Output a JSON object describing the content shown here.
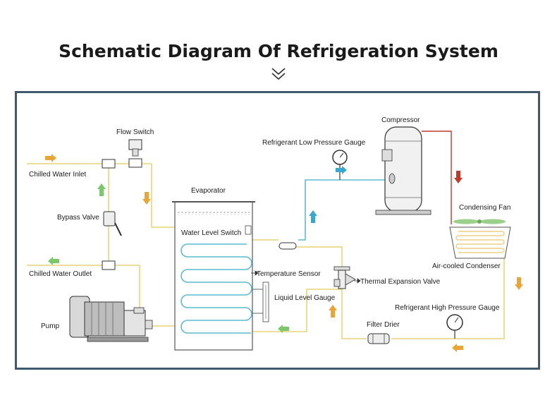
{
  "title": "Schematic Diagram Of Refrigeration System",
  "labels": {
    "flow_switch": "Flow Switch",
    "chilled_water_inlet": "Chilled Water Inlet",
    "bypass_valve": "Bypass Valve",
    "chilled_water_outlet": "Chilled Water Outlet",
    "pump": "Pump",
    "evaporator": "Evaporator",
    "water_level_switch": "Water Level Switch",
    "temperature_sensor": "Temperature Sensor",
    "liquid_level_gauge": "Liquid Level Gauge",
    "thermal_expansion_valve": "Thermal Expansion Valve",
    "refrigerant_low_pressure_gauge": "Refrigerant Low Pressure Gauge",
    "compressor": "Compressor",
    "condensing_fan": "Condensing Fan",
    "air_cooled_condenser": "Air-cooled Condenser",
    "refrigerant_high_pressure_gauge": "Refrigerant High Pressure Gauge",
    "filter_drier": "Filter Drier"
  },
  "colors": {
    "water_line": "#e9d27a",
    "low_pressure_line": "#5fb9d3",
    "high_pressure_line": "#c0392b",
    "condenser_line": "#e9d27a",
    "arrow_orange": "#e8a63a",
    "arrow_green": "#7ac86a",
    "arrow_blue": "#3aa7cc",
    "arrow_red": "#c0392b",
    "frame": "#3f5a70"
  },
  "icons": [
    "chevron-down-icon",
    "flow-switch-icon",
    "valve-icon",
    "pump-icon",
    "compressor-icon",
    "gauge-icon",
    "fan-icon",
    "filter-drier-icon",
    "expansion-valve-icon"
  ]
}
